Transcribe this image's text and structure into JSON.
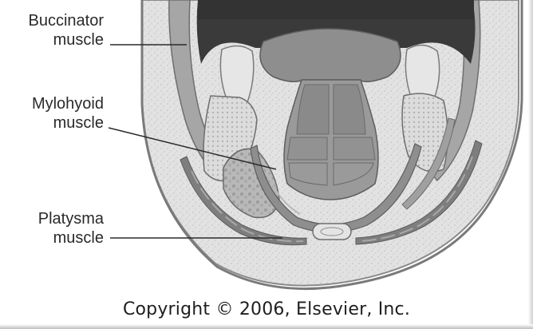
{
  "labels": {
    "buccinator": [
      "Buccinator",
      "muscle"
    ],
    "mylohyoid": [
      "Mylohyoid",
      "muscle"
    ],
    "platysma": [
      "Platysma",
      "muscle"
    ]
  },
  "copyright": "Copyright © 2006, Elsevier, Inc.",
  "colors": {
    "background": "#ffffff",
    "skin": "#d9d9d9",
    "muscle": "#9a9a9a",
    "muscle_dark": "#6e6e6e",
    "oral_cavity": "#3a3a3a",
    "tongue": "#8c8c8c",
    "tooth": "#e4e4e4",
    "bone": "#c8c8c8",
    "gland": "#a8a8a8",
    "leader_line": "#2a2a2a"
  }
}
